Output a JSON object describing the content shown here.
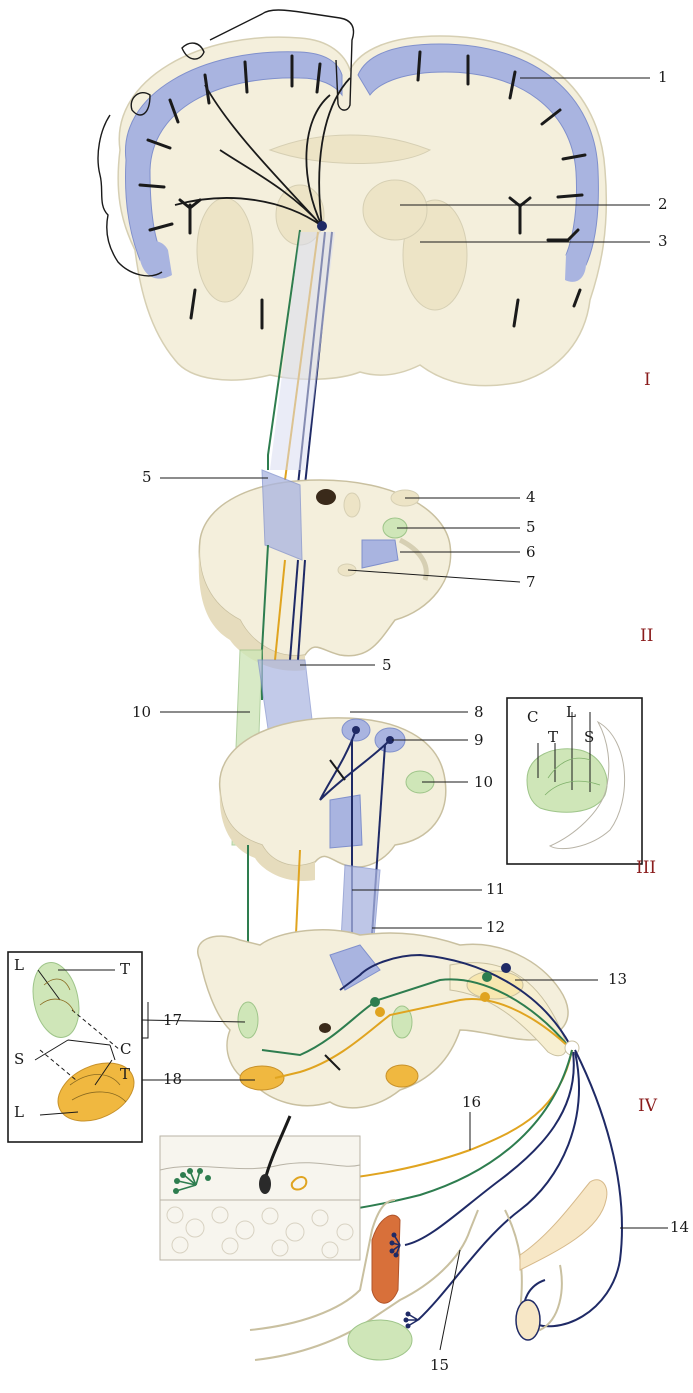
{
  "labels": {
    "l1": "1",
    "l2": "2",
    "l3": "3",
    "l4": "4",
    "l5a": "5",
    "l5b": "5",
    "l5c": "5",
    "l6": "6",
    "l7": "7",
    "l8": "8",
    "l9": "9",
    "l10a": "10",
    "l10b": "10",
    "l11": "11",
    "l12": "12",
    "l13": "13",
    "l14": "14",
    "l15": "15",
    "l16": "16",
    "l17": "17",
    "l18": "18"
  },
  "sections": {
    "s1": "I",
    "s2": "II",
    "s3": "III",
    "s4": "IV"
  },
  "inset_right": {
    "c": "C",
    "l": "L",
    "t": "T",
    "s": "S"
  },
  "inset_left": {
    "l_top": "L",
    "t_top": "T",
    "c": "C",
    "s": "S",
    "t_bottom": "T",
    "l_bottom": "L"
  },
  "colors": {
    "cortex_blue": "#a9b4e0",
    "tissue_cream": "#f4efdc",
    "tract_green": "#2e7d4f",
    "tract_yellow": "#e0a420",
    "tract_navy": "#1f2a66",
    "field_green": "#cfe6b8",
    "field_orange": "#f0b840",
    "muscle_red": "#d8703a",
    "section_red": "#8a1c1c"
  }
}
